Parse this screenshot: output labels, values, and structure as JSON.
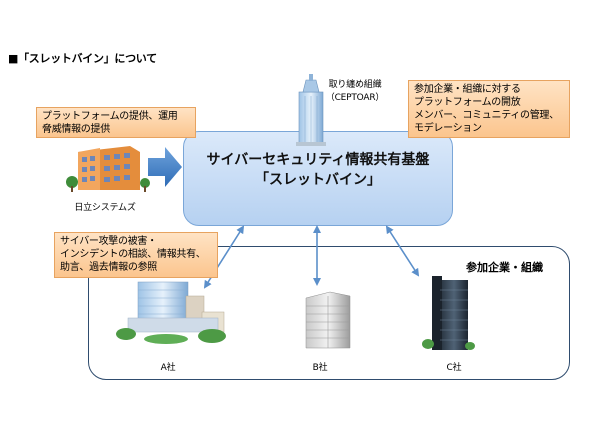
{
  "title": "■「スレットバイン」について",
  "operator": {
    "name_line1": "取り纏め組織",
    "name_line2": "（CEPTOAR）"
  },
  "provider": {
    "callout_line1": "プラットフォームの提供、運用",
    "callout_line2": "脅威情報の提供",
    "name": "日立システムズ"
  },
  "operator_callout": {
    "line1": "参加企業・組織に対する",
    "line2": "プラットフォームの開放",
    "line3": "メンバー、コミュニティの管理、",
    "line4": "モデレーション"
  },
  "platform": {
    "line1": "サイバーセキュリティ情報共有基盤",
    "line2": "「スレットバイン」"
  },
  "members_callout": {
    "line1": "サイバー攻撃の被害・",
    "line2": "インシデントの相談、情報共有、",
    "line3": "助言、過去情報の参照"
  },
  "members_group": {
    "label": "参加企業・組織"
  },
  "companies": [
    {
      "label": "A社"
    },
    {
      "label": "B社"
    },
    {
      "label": "C社"
    }
  ],
  "colors": {
    "callout_fill": "#fbc58e",
    "platform_fill": "#b6d1f1",
    "arrow": "#5b8fca",
    "group_border": "#2f4c6e"
  }
}
